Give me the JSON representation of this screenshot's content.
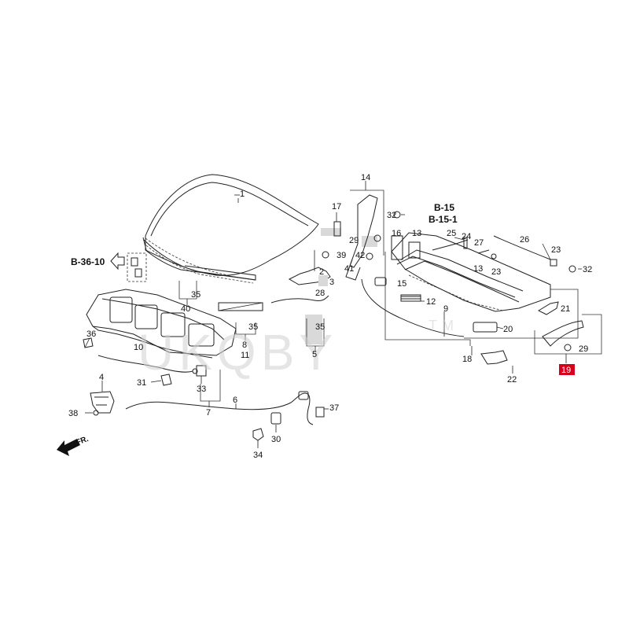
{
  "watermark": "UKQBY",
  "watermark_mark": "TM",
  "refs": {
    "r1": "B-36-10",
    "r2": "B-15",
    "r3": "B-15-1"
  },
  "front_arrow": "FR.",
  "highlight": {
    "label": "19",
    "color": "#d6001c"
  },
  "labels": {
    "p1": "1",
    "p2": "2",
    "p3": "3",
    "p4": "4",
    "p5": "5",
    "p6": "6",
    "p7": "7",
    "p8": "8",
    "p9": "9",
    "p10": "10",
    "p11": "11",
    "p12": "12",
    "p13a": "13",
    "p13b": "13",
    "p14": "14",
    "p15": "15",
    "p16": "16",
    "p17": "17",
    "p18": "18",
    "p20": "20",
    "p21": "21",
    "p22": "22",
    "p23a": "23",
    "p23b": "23",
    "p24": "24",
    "p25": "25",
    "p26": "26",
    "p27": "27",
    "p28": "28",
    "p29a": "29",
    "p29b": "29",
    "p30": "30",
    "p31": "31",
    "p32a": "32",
    "p32b": "32",
    "p33": "33",
    "p34": "34",
    "p35a": "35",
    "p35b": "35",
    "p35c": "35",
    "p36": "36",
    "p37": "37",
    "p38": "38",
    "p39": "39",
    "p40": "40",
    "p41": "41",
    "p42": "42"
  }
}
